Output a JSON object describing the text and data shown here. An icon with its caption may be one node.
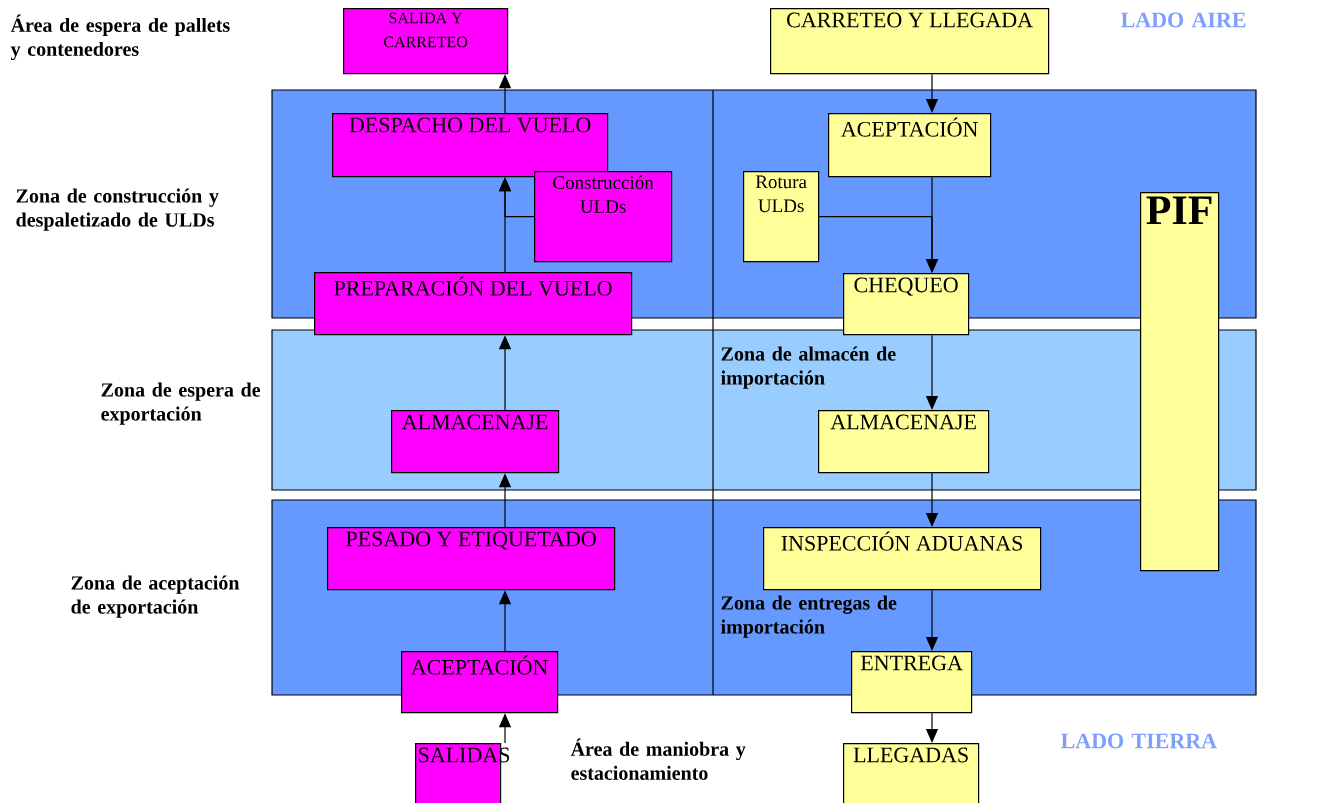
{
  "diagram": {
    "nodes": [
      {
        "text": [
          "SALIDA Y CARRETEO"
        ]
      },
      {
        "text": [
          "CARRETEO Y LLEGADA"
        ]
      },
      {
        "text": [
          "DESPACHO DEL VUELO"
        ]
      },
      {
        "text": [
          "ACEPTACIÓN"
        ]
      },
      {
        "text": [
          "Construcción ULDs"
        ]
      },
      {
        "text": [
          "Rotura ULDs"
        ]
      },
      {
        "text": [
          "PIF"
        ]
      },
      {
        "text": [
          "PREPARACIÓN DEL VUELO"
        ]
      },
      {
        "text": [
          "CHEQUEO"
        ]
      },
      {
        "text": [
          "ALMACENAJE"
        ]
      },
      {
        "text": [
          "ALMACENAJE"
        ]
      },
      {
        "text": [
          "PESADO Y ETIQUETADO"
        ]
      },
      {
        "text": [
          "INSPECCIÓN ADUANAS"
        ]
      },
      {
        "text": [
          "ACEPTACIÓN"
        ]
      },
      {
        "text": [
          "ENTREGA"
        ]
      },
      {
        "text": [
          "SALIDAS"
        ]
      },
      {
        "text": [
          "LLEGADAS"
        ]
      }
    ],
    "edges": [
      {
        "from": 15,
        "to": 13,
        "arrow": "to"
      },
      {
        "from": 13,
        "to": 11,
        "arrow": "to"
      },
      {
        "from": 11,
        "to": 9,
        "arrow": "to"
      },
      {
        "from": 9,
        "to": 7,
        "arrow": "to"
      },
      {
        "from": 7,
        "to": 2,
        "arrow": "to"
      },
      {
        "from": 4,
        "to": 2,
        "arrow": "to"
      },
      {
        "from": 2,
        "to": 0,
        "arrow": "to"
      },
      {
        "from": 1,
        "to": 3,
        "arrow": "to"
      },
      {
        "from": 3,
        "to": 8,
        "arrow": "to"
      },
      {
        "from": 5,
        "to": 8,
        "arrow": "to"
      },
      {
        "from": 8,
        "to": 10,
        "arrow": "to"
      },
      {
        "from": 10,
        "to": 12,
        "arrow": "to"
      },
      {
        "from": 12,
        "to": 14,
        "arrow": "to"
      },
      {
        "from": 14,
        "to": 16,
        "arrow": "to"
      }
    ],
    "labels": [
      "Área de espera de pallets y contenedores",
      "LADO AIRE",
      "Zona de construcción y despaletizado de ULDs",
      "Zona de almacén de importación",
      "Zona de espera de exportación",
      "Zona de aceptación de exportación",
      "Zona de entregas de importación",
      "Área de maniobra y estacionamiento",
      "LADO TIERRA"
    ]
  }
}
